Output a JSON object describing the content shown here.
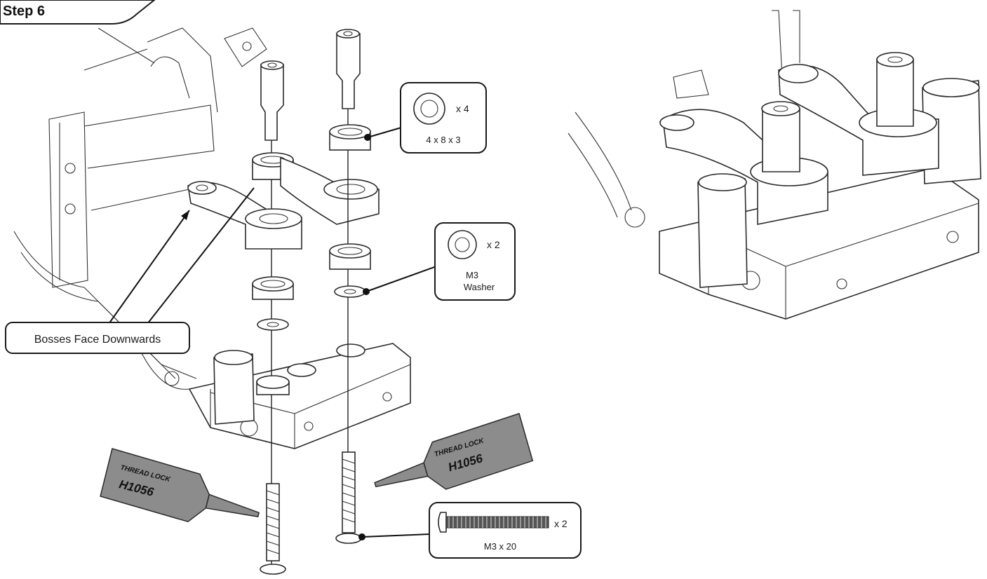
{
  "step": {
    "title": "Step 6"
  },
  "callouts": {
    "bearing": {
      "qty": "x 4",
      "size": "4 x 8 x 3"
    },
    "washer": {
      "qty": "x 2",
      "name_line1": "M3",
      "name_line2": "Washer"
    },
    "screw": {
      "qty": "x 2",
      "size": "M3 x 20"
    },
    "bosses_note": "Bosses Face Downwards"
  },
  "thread_lock": {
    "label": "THREAD LOCK",
    "part_number": "H1056"
  },
  "colors": {
    "line": "#1a1a1a",
    "tube": "#8c8c8c",
    "background": "#ffffff"
  }
}
